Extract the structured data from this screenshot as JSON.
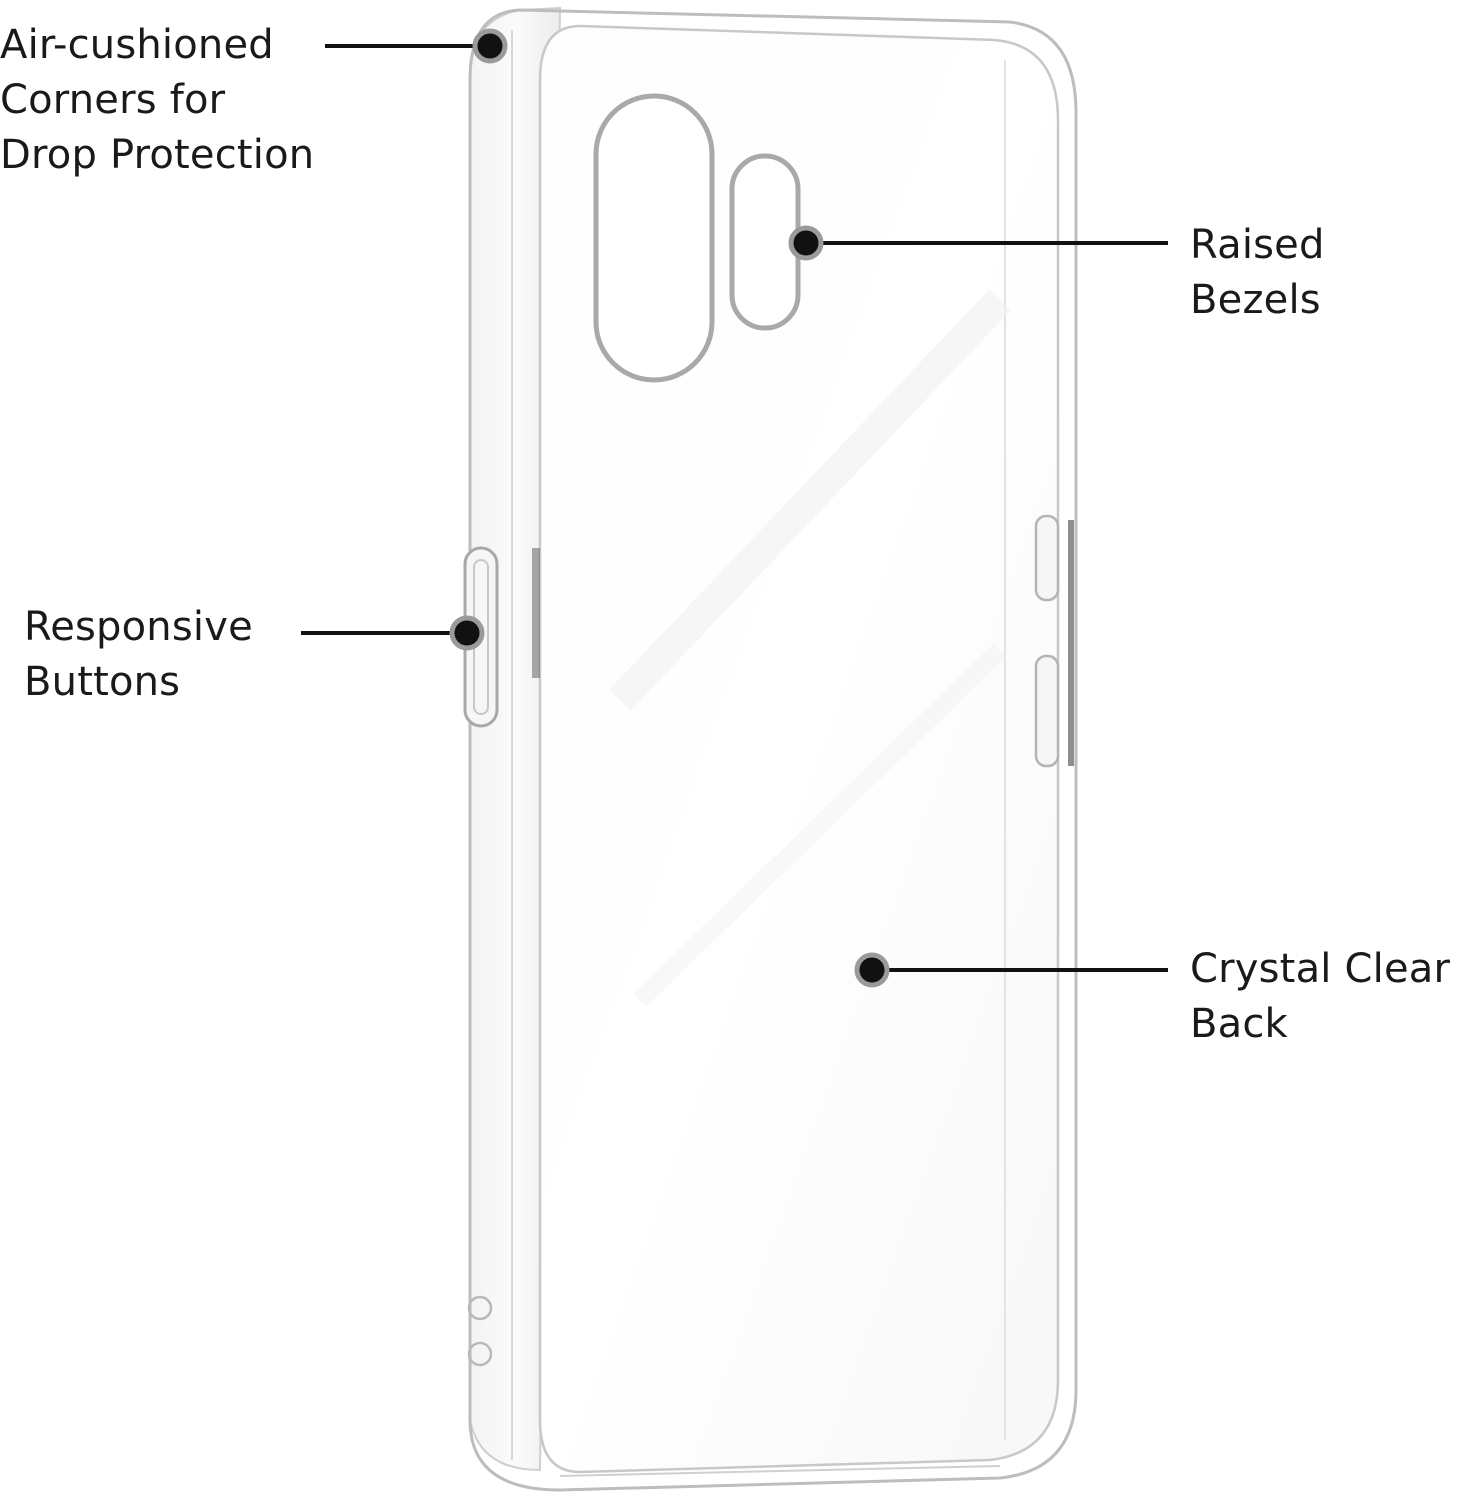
{
  "annotations": [
    {
      "id": "corners",
      "lines": [
        "Air-cushioned",
        "Corners for",
        "Drop Protection"
      ]
    },
    {
      "id": "bezels",
      "lines": [
        "Raised",
        "Bezels"
      ]
    },
    {
      "id": "buttons",
      "lines": [
        "Responsive",
        "Buttons"
      ]
    },
    {
      "id": "back",
      "lines": [
        "Crystal Clear",
        "Back"
      ]
    }
  ],
  "colors": {
    "text": "#1a1a1a",
    "leader_line": "#111111",
    "marker_fill": "#111111",
    "marker_ring": "#9a9a9a",
    "case_outline": "#b8b8b8",
    "case_shadow": "#d6d6d6"
  }
}
